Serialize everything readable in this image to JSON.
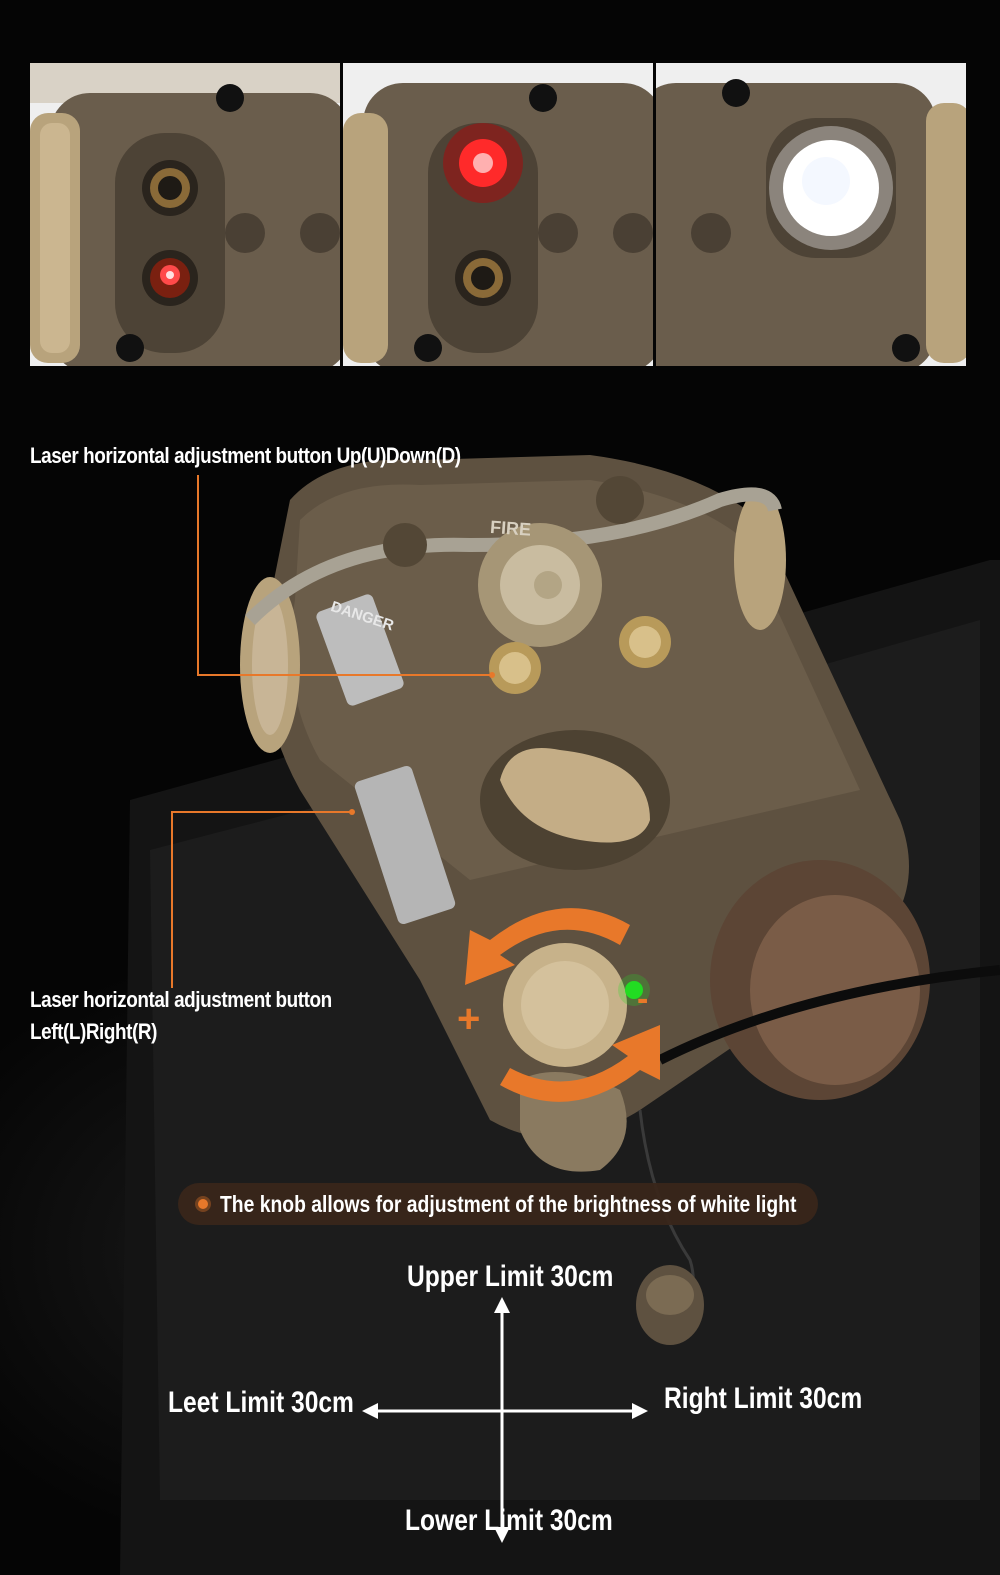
{
  "callouts": {
    "up_down": "Laser horizontal adjustment button Up(U)Down(D)",
    "left_right_line1": "Laser horizontal adjustment button",
    "left_right_line2": "Left(L)Right(R)"
  },
  "brightness_note": "The knob allows for adjustment of the brightness of white light",
  "limits": {
    "upper": "Upper Limit 30cm",
    "left": "Leet Limit 30cm",
    "right": "Right Limit 30cm",
    "lower": "Lower Limit 30cm"
  },
  "device_markings": {
    "fire": "FIRE",
    "danger": "DANGER",
    "plus": "+",
    "minus": "-"
  },
  "colors": {
    "accent": "#e8782a",
    "device_body": "#5e5140",
    "device_tan": "#c8b596",
    "indicator_green": "#22dd22",
    "laser_red": "#ff2a2a"
  }
}
